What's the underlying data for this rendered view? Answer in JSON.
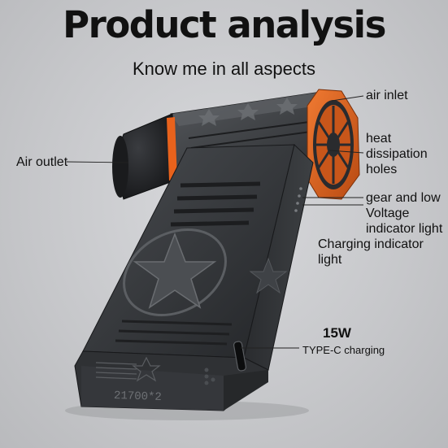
{
  "header": {
    "title": "Product analysis",
    "subtitle": "Know me in all aspects"
  },
  "callouts": {
    "air_inlet": "air inlet",
    "heat_line1": "heat",
    "heat_line2": "dissipation",
    "heat_line3": "holes",
    "air_outlet": "Air outlet",
    "gear_line1": "gear and low",
    "gear_line2": "Voltage",
    "gear_line3": "indicator light",
    "charging_indicator": "Charging indicator light",
    "power": "15W",
    "type_c": "TYPE-C charging"
  },
  "product": {
    "battery_label": "21700*2"
  },
  "colors": {
    "background": "#c9cacd",
    "body": "#2e3033",
    "accent_orange": "#e8621c",
    "text": "#111111"
  }
}
